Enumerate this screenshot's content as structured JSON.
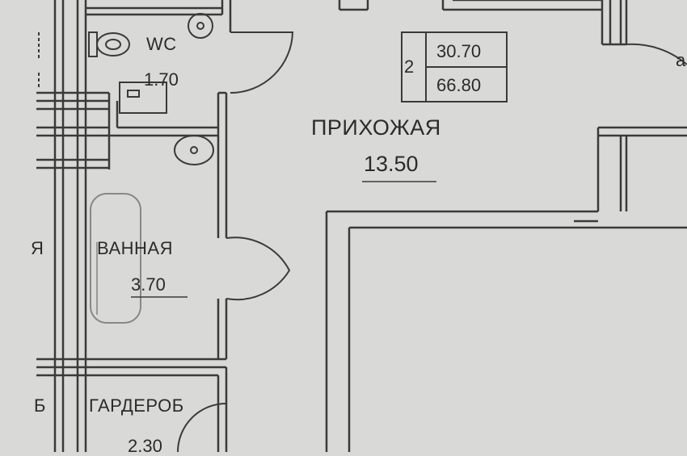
{
  "rooms": {
    "wc": {
      "name": "WC",
      "area": "1.70"
    },
    "bath": {
      "name": "ВАННАЯ",
      "area": "3.70"
    },
    "hall": {
      "name": "ПРИХОЖАЯ",
      "area": "13.50"
    },
    "wardrobe": {
      "name": "ГАРДЕРОБ",
      "area": "2.30"
    }
  },
  "apartment_tag": {
    "rooms_count": "2",
    "living_area": "30.70",
    "total_area": "66.80"
  },
  "edge_fragments": {
    "left_top": "Я",
    "left_bottom": "Б",
    "right_top": "а"
  },
  "colors": {
    "paper": "#d9d9d7",
    "line": "#3a3a3a",
    "text": "#2b2b2b"
  }
}
